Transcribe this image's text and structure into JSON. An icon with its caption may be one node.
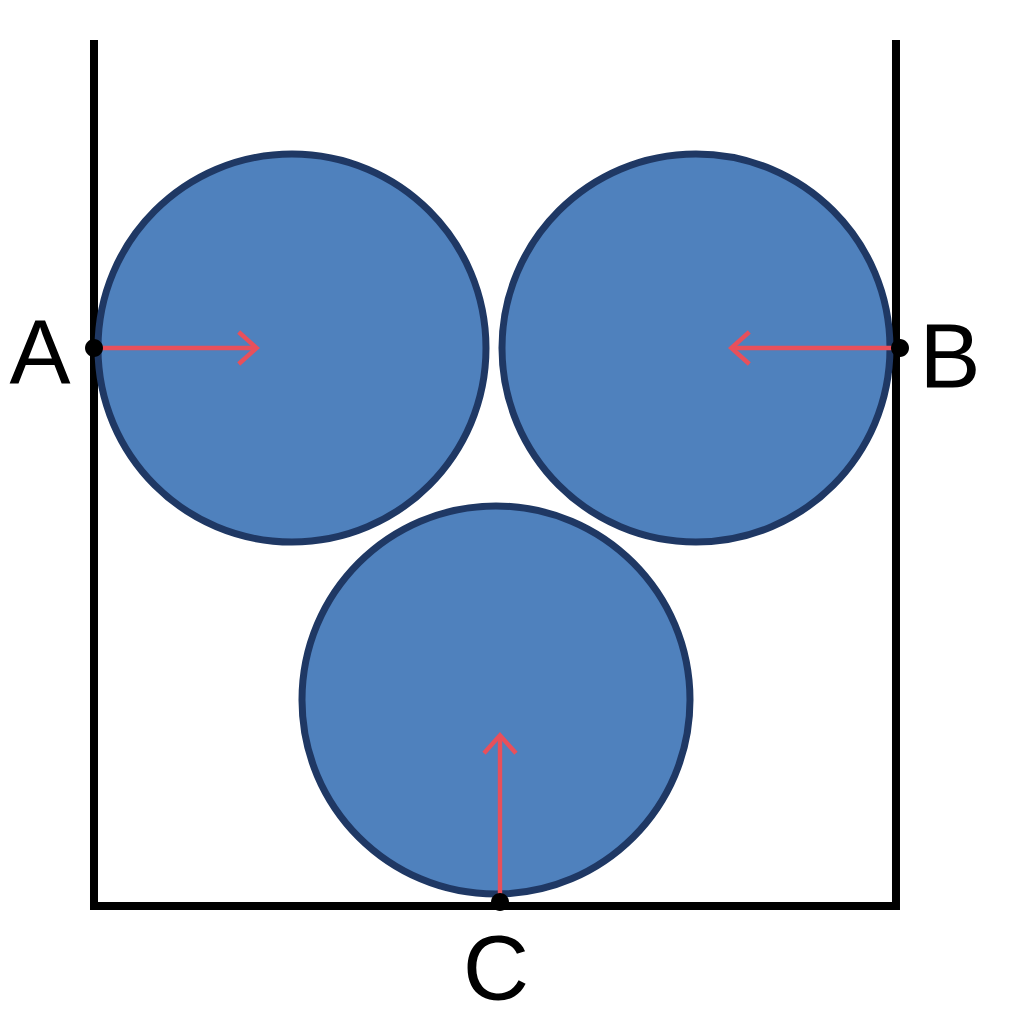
{
  "diagram": {
    "nodes": [
      {
        "text": [],
        "shape": "circle"
      },
      {
        "text": [],
        "shape": "circle"
      },
      {
        "text": [],
        "shape": "circle"
      }
    ],
    "labels": [
      "A",
      "B",
      "C"
    ]
  }
}
